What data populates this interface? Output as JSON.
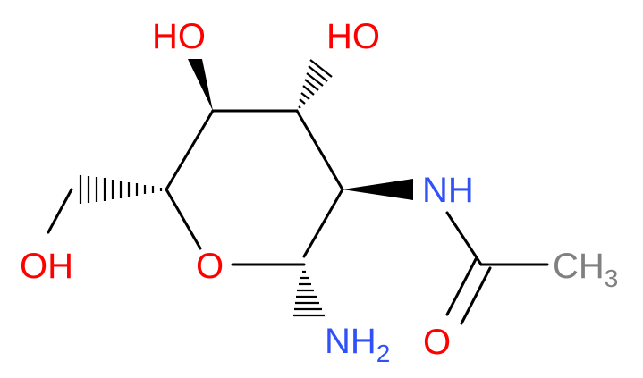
{
  "labels": {
    "oh_c4": "HO",
    "oh_c3": "HO",
    "nh": "NH",
    "oh_c6": "OH",
    "ring_o": "O",
    "ch3_main": "CH",
    "ch3_sub": "3",
    "carbonyl_o": "O",
    "nh2_main": "NH",
    "nh2_sub": "2"
  },
  "colors": {
    "oxygen": "#ff0000",
    "nitrogen": "#3050f8",
    "carbon": "#808080",
    "bond": "#000000"
  }
}
